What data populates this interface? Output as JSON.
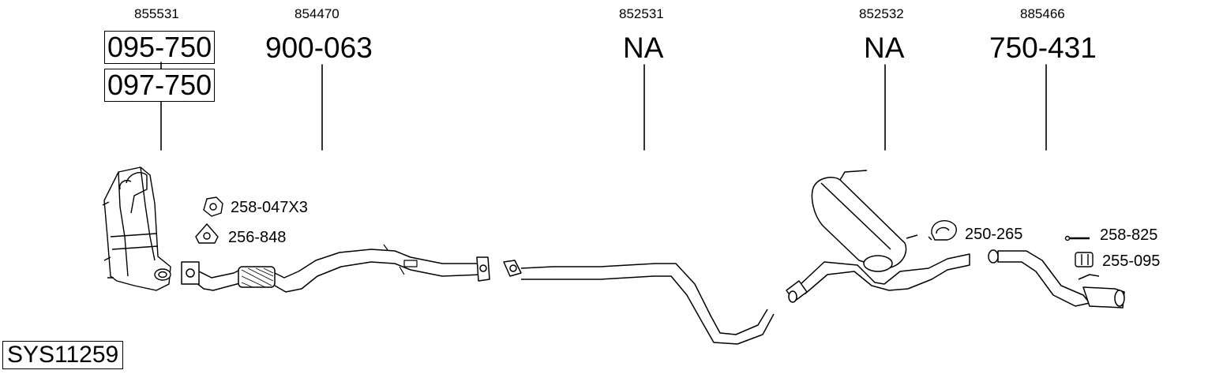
{
  "system_code": "SYS11259",
  "columns": [
    {
      "oem": "855531",
      "parts": [
        "095-750",
        "097-750"
      ]
    },
    {
      "oem": "854470",
      "parts": [
        "900-063"
      ]
    },
    {
      "oem": "852531",
      "parts": [
        "NA"
      ]
    },
    {
      "oem": "852532",
      "parts": [
        "NA"
      ]
    },
    {
      "oem": "885466",
      "parts": [
        "750-431"
      ]
    }
  ],
  "accessories": [
    {
      "code": "258-047X3",
      "icon": "nut-icon"
    },
    {
      "code": "256-848",
      "icon": "gasket-icon"
    },
    {
      "code": "250-265",
      "icon": "clamp-icon"
    },
    {
      "code": "258-825",
      "icon": "bolt-icon"
    },
    {
      "code": "255-095",
      "icon": "rubber-mount-icon"
    }
  ]
}
